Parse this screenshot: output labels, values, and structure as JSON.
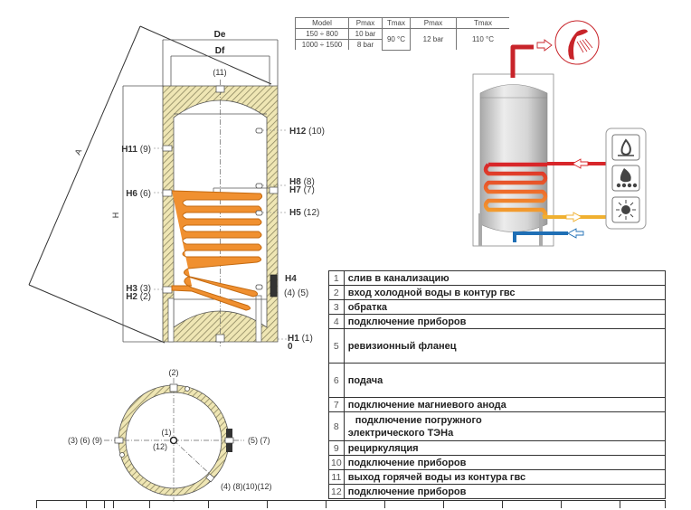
{
  "spec_table": {
    "headers": [
      "Model",
      "Pmax",
      "Tmax",
      "Pmax",
      "Tmax"
    ],
    "rows": [
      {
        "model": "150 ÷ 800",
        "pmax_tank": "10 bar"
      },
      {
        "model": "1000 ÷ 1500",
        "pmax_tank": "8 bar"
      }
    ],
    "tmax_tank": "90 °C",
    "pmax_coil": "12 bar",
    "tmax_coil": "110 °C"
  },
  "drawing": {
    "dim_De": "De",
    "dim_Df": "Df",
    "dim_A": "A",
    "dim_H": "H",
    "top_label": "(11)",
    "left_labels": [
      {
        "code": "H11",
        "num": "(9)"
      },
      {
        "code": "H6",
        "num": "(6)"
      },
      {
        "code": "H3",
        "num": "(3)"
      },
      {
        "code": "H2",
        "num": "(2)"
      }
    ],
    "right_labels": [
      {
        "code": "H12",
        "num": "(10)"
      },
      {
        "code": "H8",
        "num": "(8)"
      },
      {
        "code": "H7",
        "num": "(7)"
      },
      {
        "code": "H5",
        "num": "(12)"
      },
      {
        "code": "H4",
        "num": "(4) (5)"
      },
      {
        "code": "H1",
        "num": "(1)"
      },
      {
        "code": "0",
        "num": ""
      }
    ]
  },
  "plan_view": {
    "top": "(2)",
    "left": "(3) (6) (9)",
    "right": "(5) (7)",
    "center_top": "(1)",
    "center_bottom": "(12)",
    "diag": "(4) (8)(10)(12)"
  },
  "schematic": {
    "colors": {
      "hot": "#c8242a",
      "warm": "#f0a020",
      "cold": "#1f6fb5",
      "tank": "#c9c9c9"
    },
    "icons": [
      "gas-flame-icon",
      "solid-fuel-icon",
      "solar-icon"
    ]
  },
  "legend": [
    {
      "num": "1",
      "text": "слив в канализацию"
    },
    {
      "num": "2",
      "text": "вход холодной воды в контур гвс"
    },
    {
      "num": "3",
      "text": "обратка"
    },
    {
      "num": "4",
      "text": "подключение приборов"
    },
    {
      "num": "5",
      "text": "ревизионный фланец"
    },
    {
      "num": "6",
      "text": "подача"
    },
    {
      "num": "7",
      "text": "подключение магниевого анода"
    },
    {
      "num": "8",
      "text": "подключение погружного",
      "text2": "электрического ТЭНа"
    },
    {
      "num": "9",
      "text": "рециркуляция"
    },
    {
      "num": "10",
      "text": "подключение приборов"
    },
    {
      "num": "11",
      "text": "выход горячей воды из контура гвс"
    },
    {
      "num": "12",
      "text": "подключение приборов"
    }
  ]
}
